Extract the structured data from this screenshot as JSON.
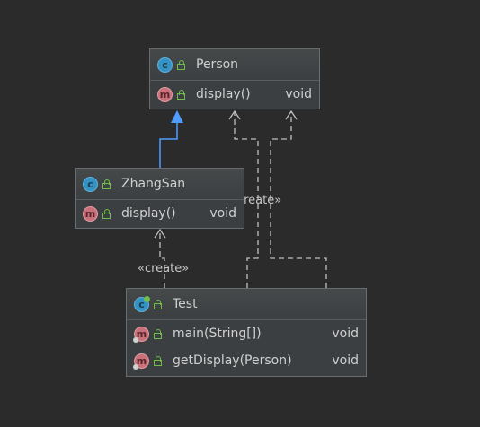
{
  "classes": {
    "person": {
      "name": "Person",
      "methods": [
        {
          "name": "display()",
          "type": "void"
        }
      ]
    },
    "zhangsan": {
      "name": "ZhangSan",
      "methods": [
        {
          "name": "display()",
          "type": "void"
        }
      ]
    },
    "test": {
      "name": "Test",
      "methods": [
        {
          "name": "main(String[])",
          "type": "void"
        },
        {
          "name": "getDisplay(Person)",
          "type": "void"
        }
      ]
    }
  },
  "edges": {
    "create_label_person": "«create»",
    "create_label_zhangsan": "«create»"
  },
  "icons": {
    "class": "class-icon",
    "method": "method-icon",
    "visibility": "public-unlock-icon"
  },
  "colors": {
    "background": "#2b2b2b",
    "inheritance": "#4f9dff",
    "dependency": "#bfbfbf"
  }
}
